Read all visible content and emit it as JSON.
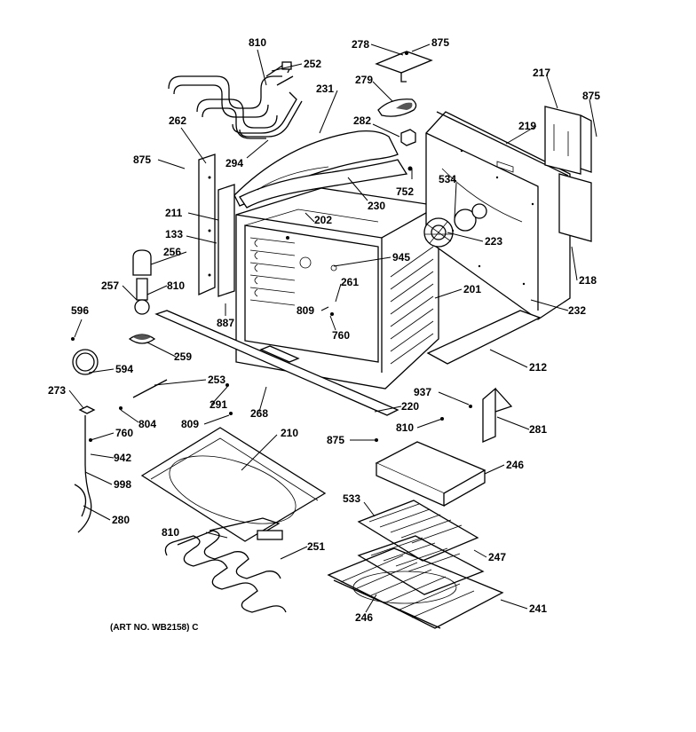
{
  "diagram": {
    "art_no": "(ART NO. WB2158) C",
    "callouts": [
      "810",
      "252",
      "278",
      "875",
      "279",
      "231",
      "262",
      "282",
      "217",
      "875",
      "219",
      "875",
      "294",
      "752",
      "534",
      "211",
      "202",
      "230",
      "133",
      "256",
      "223",
      "945",
      "810",
      "257",
      "261",
      "201",
      "887",
      "218",
      "809",
      "232",
      "596",
      "760",
      "259",
      "594",
      "212",
      "253",
      "273",
      "291",
      "937",
      "220",
      "268",
      "804",
      "760",
      "809",
      "810",
      "875",
      "281",
      "942",
      "210",
      "246",
      "998",
      "533",
      "280",
      "810",
      "247",
      "251",
      "246",
      "241"
    ]
  }
}
